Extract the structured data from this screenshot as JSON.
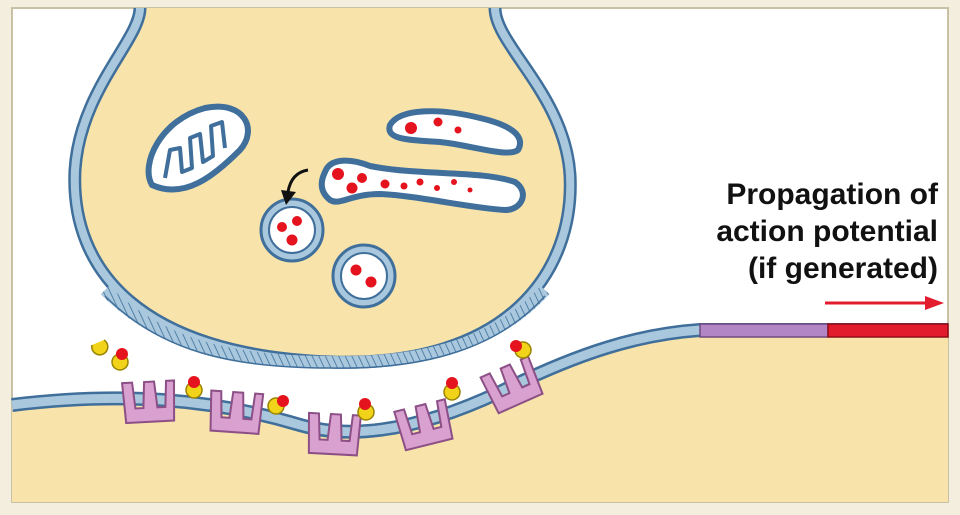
{
  "caption": {
    "line1": "Propagation of",
    "line2": "action potential",
    "line3": "(if generated)"
  },
  "colors": {
    "background": "#ffffff",
    "frame": "#f3eedd",
    "cytoplasm": "#f8e3ab",
    "membrane": "#a9c8de",
    "membrane_edge": "#3f6f9a",
    "neurotransmitter": "#e4131d",
    "receptor": "#d9a1cf",
    "receptor_edge": "#8c4f86",
    "ligand_yellow": "#f1d419",
    "depolarized_segment": "#b285c5",
    "action_potential": "#e21b2d"
  },
  "icons": {
    "mitochondrion": "mitochondrion-icon",
    "vesicle": "synaptic-vesicle-icon",
    "receptor": "ion-channel-receptor-icon",
    "arrow": "propagation-arrow-icon"
  }
}
